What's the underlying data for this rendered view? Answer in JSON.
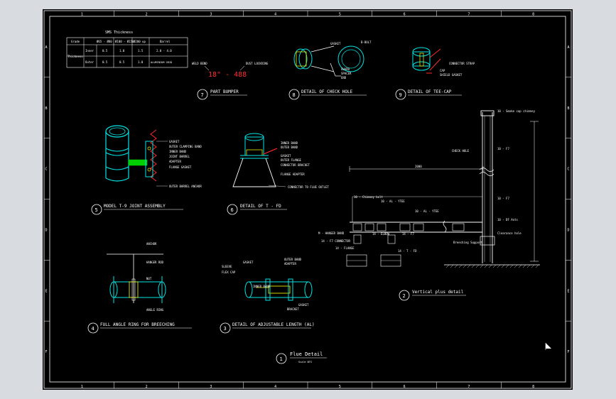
{
  "drawing": {
    "background": "#000000",
    "frame_color": "#ffffff",
    "accent_colors": {
      "cyan": "#00e5e5",
      "yellow": "#e6e600",
      "red": "#ff2a2a",
      "green": "#00d000",
      "magenta": "#ff00ff"
    }
  },
  "border": {
    "top_numbers": [
      "1",
      "2",
      "3",
      "4",
      "5",
      "6",
      "7",
      "8"
    ],
    "side_letters": [
      "A",
      "B",
      "C",
      "D",
      "E",
      "F"
    ]
  },
  "table": {
    "title": "SMS Thickness",
    "header": [
      "Grade",
      "Ø65 - Ø80",
      "Ø100 - Ø150",
      "Ø200 up",
      "Barrel"
    ],
    "row_group": "Thickness",
    "rows": [
      {
        "label": "Inner",
        "values": [
          "0.5",
          "1.0",
          "1.5",
          "2.0 - 4.0"
        ]
      },
      {
        "label": "Outer",
        "values": [
          "0.5",
          "0.5",
          "1.0",
          "ALUMINIUM GRID"
        ]
      }
    ]
  },
  "detail_7": {
    "number": "7",
    "title": "PART BUMPER",
    "dimension": "18\" - 488",
    "label_left": "WELD BEND",
    "label_right": "DUST LOCKRING"
  },
  "detail_8": {
    "number": "8",
    "title": "DETAIL OF CHECK HOLE",
    "labels": [
      "GASKET",
      "B-BOLT",
      "GUARD",
      "SPACER",
      "END"
    ]
  },
  "detail_9": {
    "number": "9",
    "title": "DETAIL OF TEE-CAP",
    "labels": [
      "CONNECTOR STRAP",
      "CAP",
      "SHIELD GASKET"
    ]
  },
  "detail_5": {
    "number": "5",
    "title": "MODEL T-9 JOINT ASSEMBLY",
    "labels": [
      "GASKET",
      "OUTER CLAMPING BAND",
      "INNER BAND",
      "JOINT BARREL",
      "ADAPTER",
      "FLANGE GASKET",
      "OUTER BARREL ANCHOR"
    ]
  },
  "detail_6": {
    "number": "6",
    "title": "DETAIL OF T - FD",
    "labels": [
      "INNER BAND",
      "OUTER BAND",
      "GASKET",
      "OUTER FLANGE",
      "CONNECTOR BRACKET",
      "FLANGE ADAPTER",
      "CONNECTOR TO FLUE OUTLET"
    ]
  },
  "detail_4": {
    "number": "4",
    "title": "FULL ANGLE RING FOR BREECHING",
    "labels": [
      "ANCHOR",
      "HANGER ROD",
      "NUT",
      "ANGLE RING"
    ]
  },
  "detail_3": {
    "number": "3",
    "title": "DETAIL OF ADJUSTABLE LENGTH (AL)",
    "labels": [
      "SLEEVE",
      "GASKET",
      "OUTER BAND",
      "ADAPTER",
      "FLEX CAP",
      "INNER BAND",
      "GASKET",
      "BRACKET"
    ]
  },
  "detail_2": {
    "number": "2",
    "title": "Vertical plus detail",
    "labels": [
      "10 - Smoke cap chimney",
      "CHECK HOLE",
      "10 - F7",
      "10 - F7",
      "10 - DF Ants",
      "10 - Chimney bolt",
      "Clearance hole",
      "10 - AL - YTEE",
      "10 - AL - YTEE",
      "M - HANGER BAND",
      "14 - F7 CONNECTOR",
      "14 - FLANGE",
      "14 - ELBOW",
      "14 - F7",
      "14 - T - FD",
      "Breeching Support"
    ],
    "dimension_label": "2000"
  },
  "detail_1": {
    "number": "1",
    "title": "Flue Detail",
    "subtitle": "Scale NTS"
  }
}
